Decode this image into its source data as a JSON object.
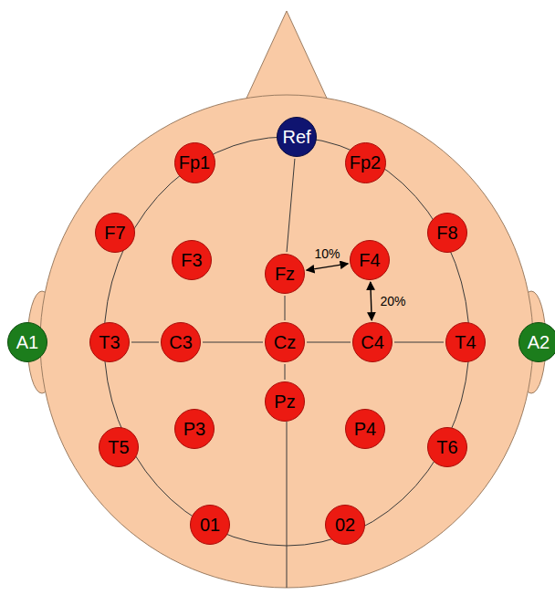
{
  "diagram": {
    "nodes": [
      {
        "text": [
          "Ref"
        ]
      },
      {
        "text": [
          "Fp1"
        ]
      },
      {
        "text": [
          "Fp2"
        ]
      },
      {
        "text": [
          "F7"
        ]
      },
      {
        "text": [
          "F3"
        ]
      },
      {
        "text": [
          "Fz"
        ]
      },
      {
        "text": [
          "F4"
        ]
      },
      {
        "text": [
          "F8"
        ]
      },
      {
        "text": [
          "A1"
        ]
      },
      {
        "text": [
          "T3"
        ]
      },
      {
        "text": [
          "C3"
        ]
      },
      {
        "text": [
          "Cz"
        ]
      },
      {
        "text": [
          "C4"
        ]
      },
      {
        "text": [
          "T4"
        ]
      },
      {
        "text": [
          "A2"
        ]
      },
      {
        "text": [
          "T5"
        ]
      },
      {
        "text": [
          "P3"
        ]
      },
      {
        "text": [
          "Pz"
        ]
      },
      {
        "text": [
          "P4"
        ]
      },
      {
        "text": [
          "T6"
        ]
      },
      {
        "text": [
          "01"
        ]
      },
      {
        "text": [
          "02"
        ]
      }
    ],
    "edges": [
      {
        "from": 5,
        "to": 6,
        "arrow": "both",
        "label": "10%"
      },
      {
        "from": 6,
        "to": 12,
        "arrow": "both",
        "label": "20%"
      },
      {
        "from": 9,
        "to": 10,
        "arrow": "none"
      },
      {
        "from": 10,
        "to": 11,
        "arrow": "none"
      },
      {
        "from": 11,
        "to": 12,
        "arrow": "none"
      },
      {
        "from": 12,
        "to": 13,
        "arrow": "none"
      },
      {
        "from": 0,
        "to": 5,
        "arrow": "none"
      },
      {
        "from": 5,
        "to": 11,
        "arrow": "none"
      },
      {
        "from": 11,
        "to": 17,
        "arrow": "none"
      }
    ]
  }
}
